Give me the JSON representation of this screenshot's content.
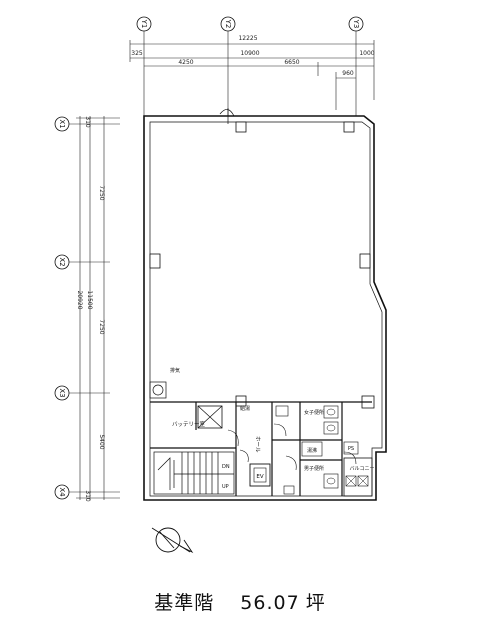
{
  "grid": {
    "columns": [
      "Y1",
      "Y2",
      "Y3"
    ],
    "rows": [
      "X1",
      "X2",
      "X3",
      "X4"
    ]
  },
  "dimensions_top": {
    "total": "12225",
    "left_offset": "325",
    "middle": "10900",
    "right": "1000",
    "span_1": "4250",
    "span_2": "6650",
    "sub_right": "960"
  },
  "dimensions_left": {
    "top_offset": "310",
    "span_1": "7250",
    "span_2": "7250",
    "total_outer": "20920",
    "total_inner": "11500",
    "span_3": "5400",
    "bottom_offset": "310"
  },
  "rooms": {
    "pipe_space": "PS",
    "battery": "バッテリー室",
    "hall": "ホール",
    "womens_wc": "女子便所",
    "mens_wc": "男子便所",
    "elevator": "EV",
    "balcony": "バルコニー",
    "washroom": "湯沸",
    "up": "UP",
    "dn": "DN",
    "pantry": "給湯"
  },
  "caption": {
    "floor": "基準階",
    "area": "56.07",
    "unit": "坪"
  }
}
